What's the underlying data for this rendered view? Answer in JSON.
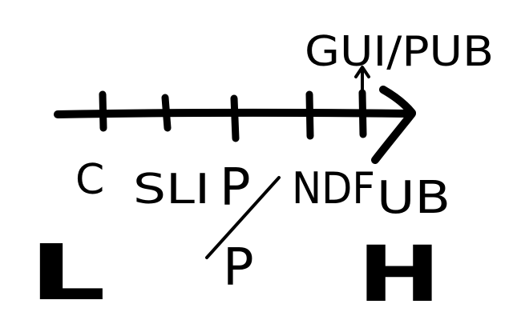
{
  "diagram": {
    "stroke_color": "#000000",
    "background_color": "#ffffff",
    "ticks": [
      {
        "id": "c",
        "label": "C"
      },
      {
        "id": "sli",
        "label": "SLI"
      },
      {
        "id": "p",
        "label": "P"
      },
      {
        "id": "ndf",
        "label": "NDF"
      },
      {
        "id": "ub",
        "label": "UB"
      }
    ],
    "struck_label": "P",
    "replacement_label": "P",
    "endpoint_label": "GUI/PUB",
    "low_label": "L",
    "high_label": "H"
  }
}
